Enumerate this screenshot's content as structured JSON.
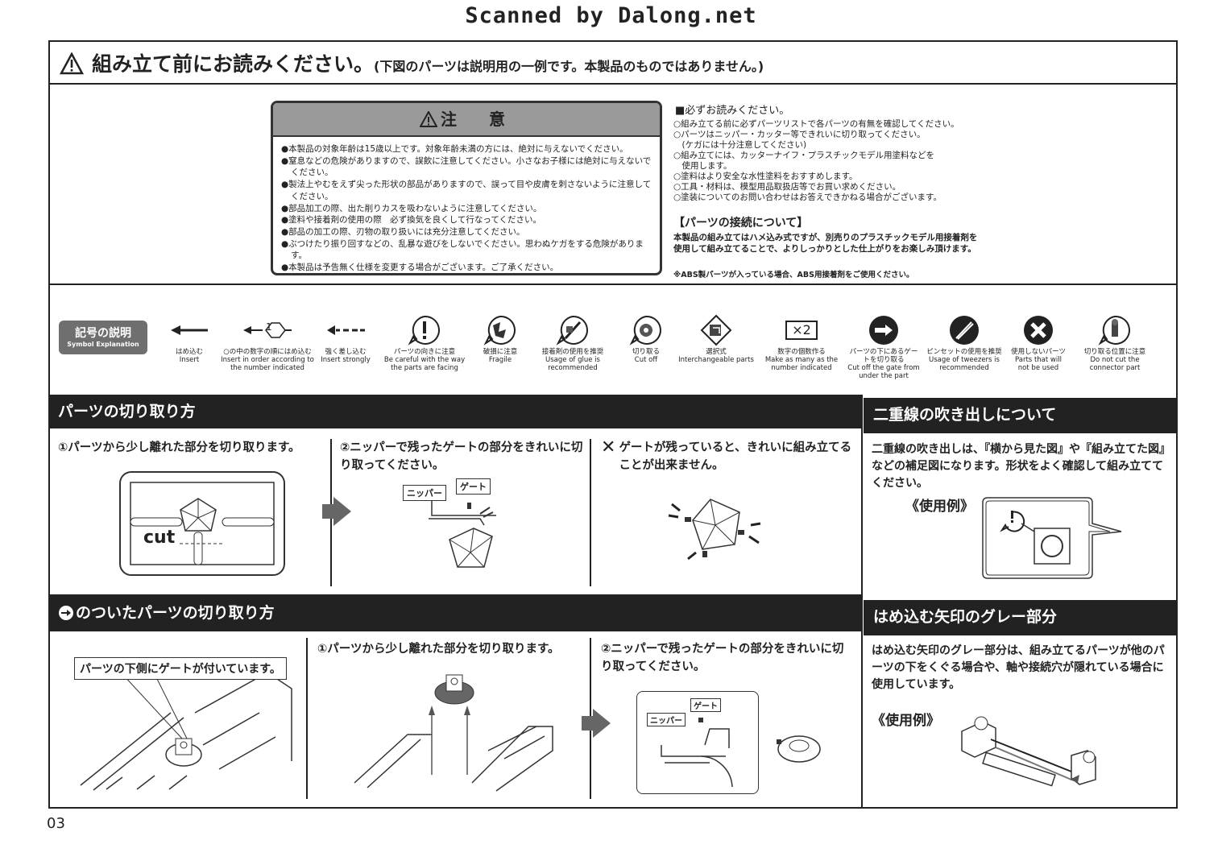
{
  "header": {
    "scanned_by": "Scanned by Dalong.net"
  },
  "title": {
    "main": "組み立て前にお読みください。",
    "sub": "(下図のパーツは説明用の一例です。本製品のものではありません。)"
  },
  "caution": {
    "heading": "注　意",
    "items": [
      "●本製品の対象年齢は15歳以上です。対象年齢未満の方には、絶対に与えないでください。",
      "●窒息などの危険がありますので、誤飲に注意してください。小さなお子様には絶対に与えないでください。",
      "●製法上やむをえず尖った形状の部品がありますので、誤って目や皮膚を刺さないように注意してください。",
      "●部品加工の際、出た削りカスを吸わないように注意してください。",
      "●塗料や接着剤の使用の際　必ず換気を良くして行なってください。",
      "●部品の加工の際、刃物の取り扱いには充分注意してください。",
      "●ぶつけたり振り回すなどの、乱暴な遊びをしないでください。思わぬケガをする危険があります。",
      "●本製品は予告無く仕様を変更する場合がございます。ご了承ください。"
    ]
  },
  "must_read": {
    "heading": "■必ずお読みください。",
    "items": [
      "○組み立てる前に必ずパーツリストで各パーツの有無を確認してください。",
      "○パーツはニッパー・カッター等できれいに切り取ってください。",
      "　(ケガには十分注意してください)",
      "○組み立てには、カッターナイフ・プラスチックモデル用塗料などを",
      "　使用します。",
      "○塗料はより安全な水性塗料をおすすめします。",
      "○工具・材料は、模型用品取扱店等でお買い求めください。",
      "○塗装についてのお問い合わせはお答えできかねる場合がございます。"
    ]
  },
  "connection": {
    "heading": "【パーツの接続について】",
    "body": "本製品の組み立てはハメ込み式ですが、別売りのプラスチックモデル用接着剤を使用して組み立てることで、よりしっかりとした仕上がりをお楽しみ頂けます。",
    "note": "※ABS製パーツが入っている場合、ABS用接着剤をご使用ください。"
  },
  "symbols": {
    "badge_jp": "記号の説明",
    "badge_en": "Symbol Explanation",
    "items": [
      {
        "icon": "arrow-left-icon",
        "jp": "はめ込む",
        "en": "Insert"
      },
      {
        "icon": "numbered-arrow-icon",
        "num": "1",
        "jp": "○の中の数字の順にはめ込む",
        "en": "Insert in order according to the number indicated"
      },
      {
        "icon": "dashed-arrow-icon",
        "jp": "強く差し込む",
        "en": "Insert strongly"
      },
      {
        "icon": "exclamation-icon",
        "jp": "パーツの向きに注意",
        "en": "Be careful with the way the parts are facing"
      },
      {
        "icon": "fragile-icon",
        "jp": "破損に注意",
        "en": "Fragile"
      },
      {
        "icon": "glue-icon",
        "jp": "接着剤の使用を推奨",
        "en": "Usage of glue is recommended"
      },
      {
        "icon": "cut-icon",
        "jp": "切り取る",
        "en": "Cut off"
      },
      {
        "icon": "interchange-icon",
        "jp": "選択式",
        "en": "Interchangeable parts"
      },
      {
        "icon": "times-two-icon",
        "num": "×2",
        "jp": "数字の個数作る",
        "en": "Make as many as the number indicated"
      },
      {
        "icon": "under-gate-icon",
        "jp": "パーツの下にあるゲートを切り取る",
        "en": "Cut off the gate from under the part"
      },
      {
        "icon": "tweezers-icon",
        "jp": "ピンセットの使用を推奨",
        "en": "Usage of tweezers is recommended"
      },
      {
        "icon": "not-used-icon",
        "jp": "使用しないパーツ",
        "en": "Parts that will not be used"
      },
      {
        "icon": "no-cut-icon",
        "jp": "切り取る位置に注意",
        "en": "Do not cut the connector part"
      }
    ]
  },
  "cutting": {
    "heading": "パーツの切り取り方",
    "step1": "①パーツから少し離れた部分を切り取ります。",
    "cut_label": "cut",
    "step2": "②ニッパーで残ったゲートの部分をきれいに切り取ってください。",
    "nipper_label": "ニッパー",
    "gate_label": "ゲート",
    "warning": "ゲートが残っていると、きれいに組み立てることが出来ません。"
  },
  "double_line": {
    "heading": "二重線の吹き出しについて",
    "body": "二重線の吹き出しは、『横から見た図』や『組み立てた図』などの補足図になります。形状をよく確認して組み立ててください。",
    "example": "《使用例》"
  },
  "under_gate": {
    "heading": "のついたパーツの切り取り方",
    "callout": "パーツの下側にゲートが付いています。",
    "step1": "①パーツから少し離れた部分を切り取ります。",
    "step2": "②ニッパーで残ったゲートの部分をきれいに切り取ってください。",
    "gate_label": "ゲート",
    "nipper_label": "ニッパー"
  },
  "gray_arrow": {
    "heading": "はめ込む矢印のグレー部分",
    "body": "はめ込む矢印のグレー部分は、組み立てるパーツが他のパーツの下をくぐる場合や、軸や接続穴が隠れている場合に使用しています。",
    "example": "《使用例》"
  },
  "page_number": "03"
}
